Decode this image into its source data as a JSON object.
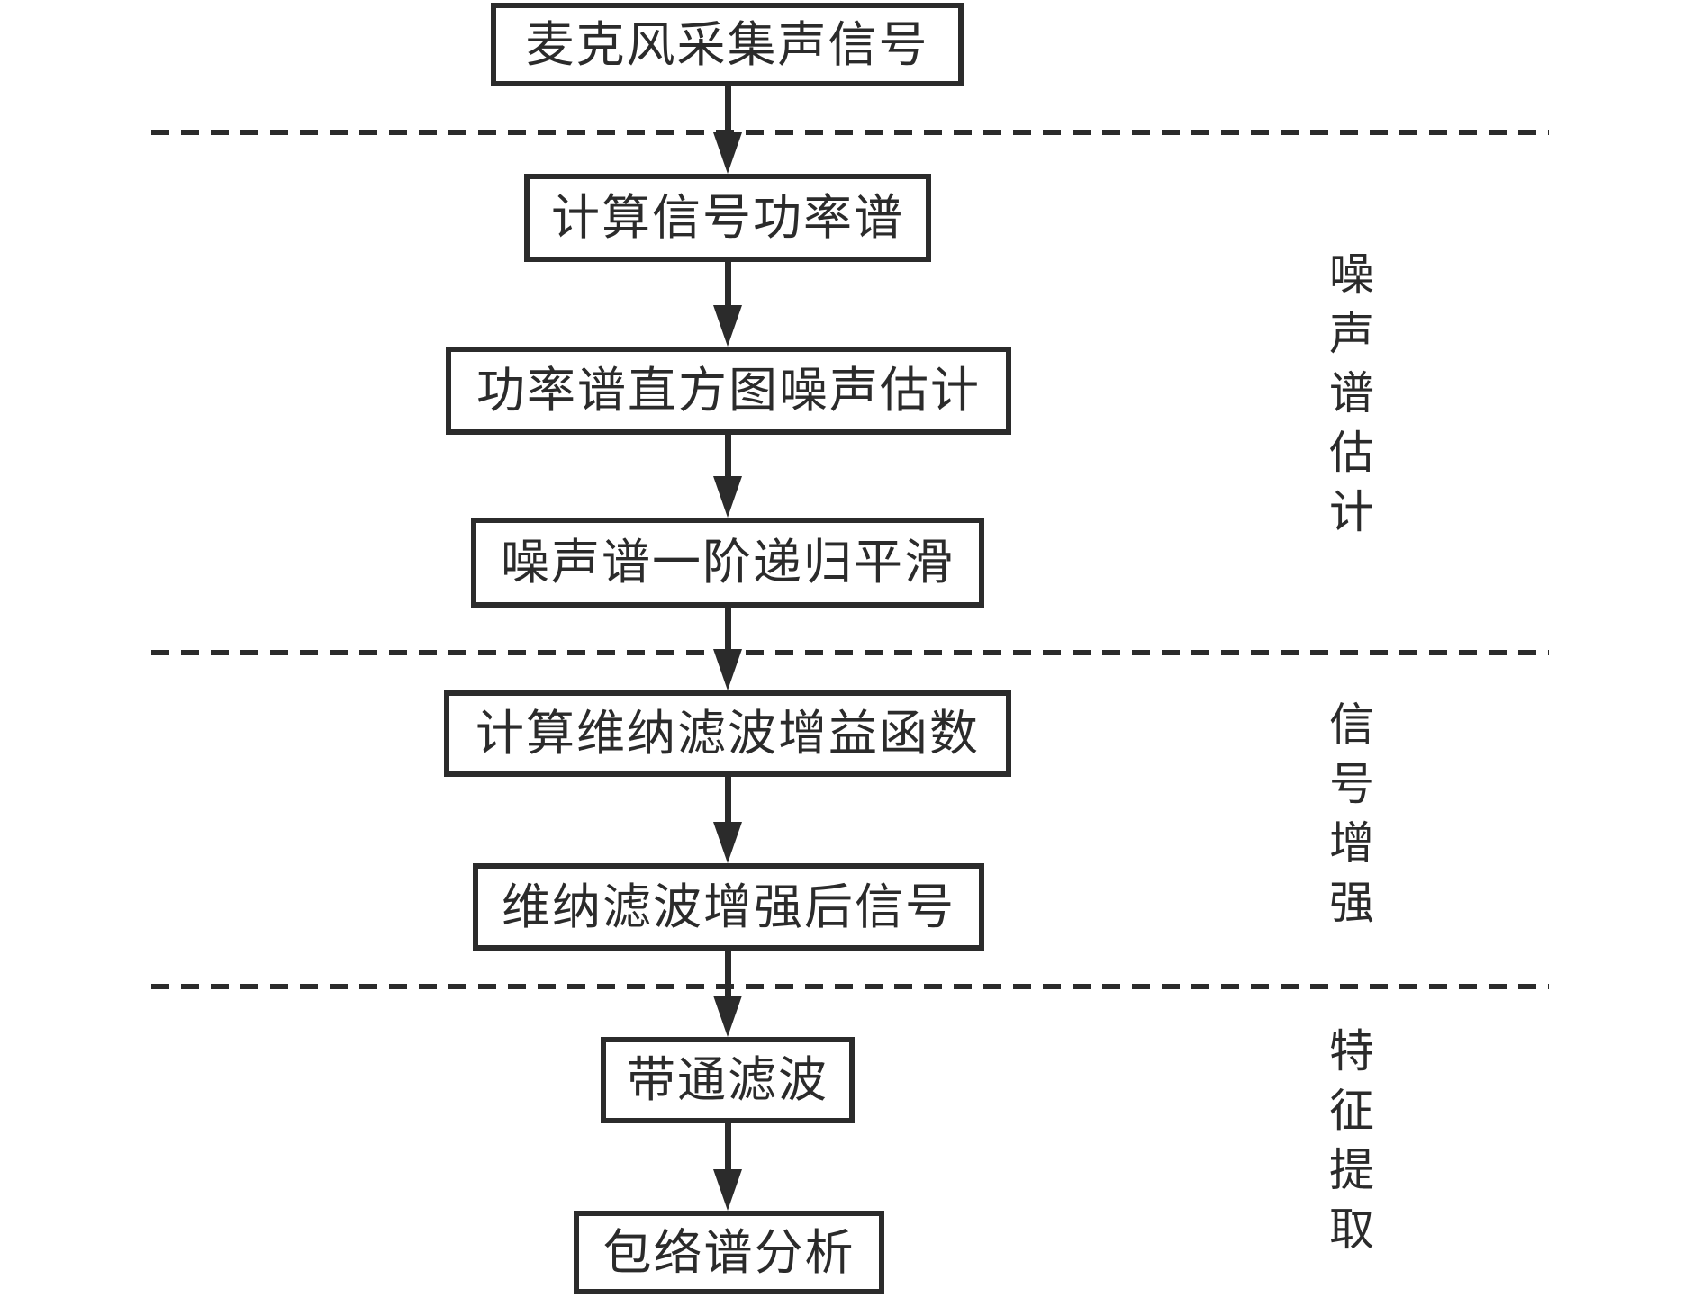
{
  "diagram": {
    "type": "flowchart",
    "nodes": [
      {
        "id": "mic-capture",
        "label": "麦克风采集声信号"
      },
      {
        "id": "power-spectrum",
        "label": "计算信号功率谱"
      },
      {
        "id": "histogram-noise-estimate",
        "label": "功率谱直方图噪声估计"
      },
      {
        "id": "recursive-smoothing",
        "label": "噪声谱一阶递归平滑"
      },
      {
        "id": "wiener-gain",
        "label": "计算维纳滤波增益函数"
      },
      {
        "id": "wiener-enhanced",
        "label": "维纳滤波增强后信号"
      },
      {
        "id": "bandpass-filter",
        "label": "带通滤波"
      },
      {
        "id": "envelope-analysis",
        "label": "包络谱分析"
      }
    ],
    "sections": [
      {
        "id": "noise-spectrum-estimation",
        "label": "噪声谱估计"
      },
      {
        "id": "signal-enhancement",
        "label": "信号增强"
      },
      {
        "id": "feature-extraction",
        "label": "特征提取"
      }
    ],
    "colors": {
      "line": "#2b2b2b",
      "background": "#ffffff"
    }
  }
}
